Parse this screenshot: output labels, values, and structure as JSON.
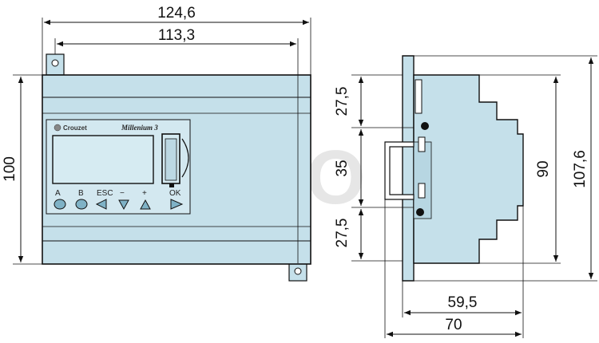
{
  "front_view": {
    "brand": "Crouzet",
    "product": "Millenium 3",
    "buttons": [
      "A",
      "B",
      "ESC",
      "−",
      "+",
      "OK"
    ]
  },
  "dimensions": {
    "overall_width": "124,6",
    "mounting_width": "113,3",
    "height": "100",
    "top_section": "27,5",
    "rail": "35",
    "bottom_section": "27,5",
    "body_height": "90",
    "overall_height": "107,6",
    "depth_body": "59,5",
    "depth_overall": "70"
  },
  "watermark": "BUCO",
  "colors": {
    "body": "#c5e0ea",
    "body_dark": "#a9ccd9",
    "line": "#111111",
    "button": "#7fb2c6"
  }
}
